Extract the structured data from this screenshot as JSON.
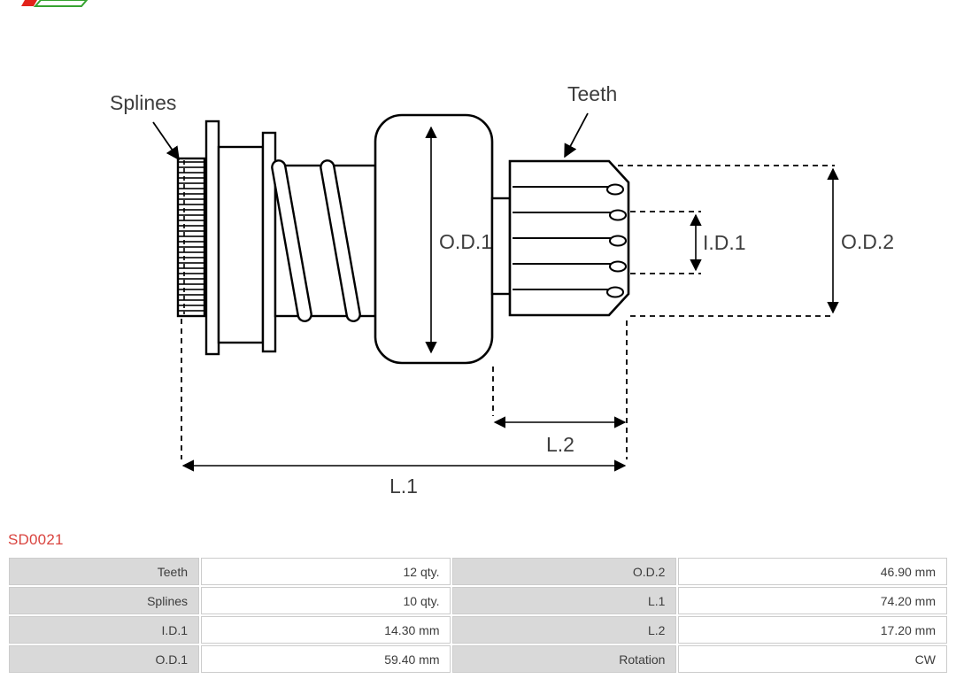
{
  "part_number": "SD0021",
  "colors": {
    "part_number_red": "#d9443f",
    "table_label_bg": "#d9d9d9",
    "table_border": "#cccccc",
    "drawing_stroke": "#000000",
    "logo_green": "#36a331",
    "logo_red": "#e2231a"
  },
  "diagram": {
    "labels": {
      "splines": "Splines",
      "teeth": "Teeth",
      "od1": "O.D.1",
      "id1": "I.D.1",
      "od2": "O.D.2",
      "l2": "L.2",
      "l1": "L.1"
    }
  },
  "table": {
    "rows": [
      {
        "c0": "Teeth",
        "c1": "12 qty.",
        "c2": "O.D.2",
        "c3": "46.90 mm"
      },
      {
        "c0": "Splines",
        "c1": "10 qty.",
        "c2": "L.1",
        "c3": "74.20 mm"
      },
      {
        "c0": "I.D.1",
        "c1": "14.30 mm",
        "c2": "L.2",
        "c3": "17.20 mm"
      },
      {
        "c0": "O.D.1",
        "c1": "59.40 mm",
        "c2": "Rotation",
        "c3": "CW"
      }
    ]
  }
}
